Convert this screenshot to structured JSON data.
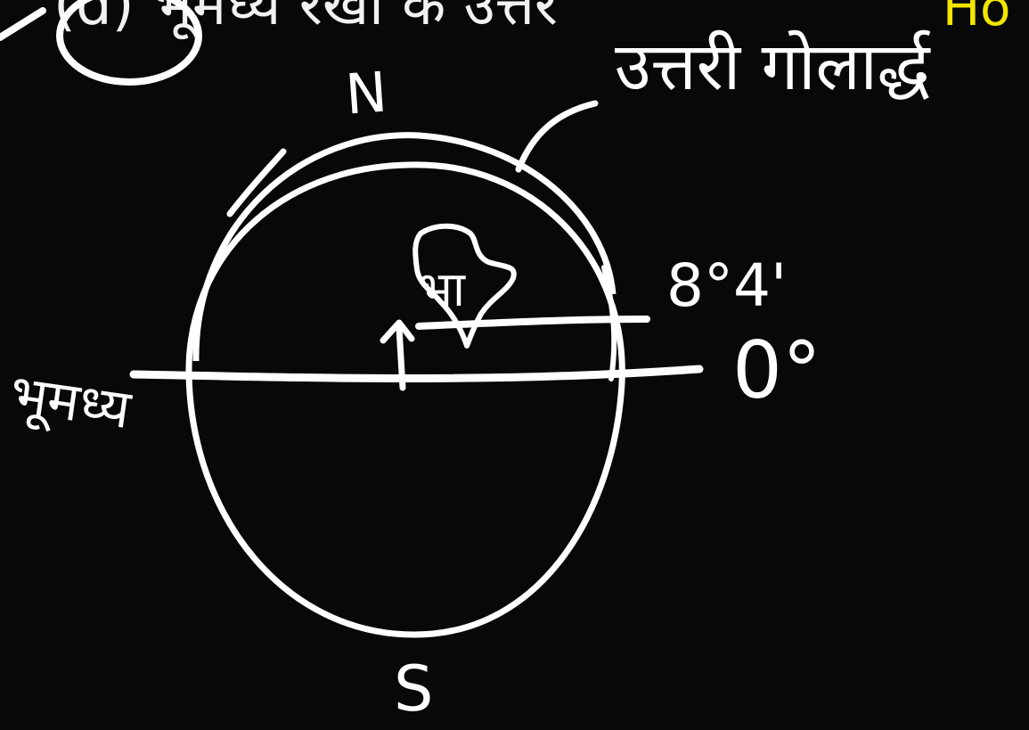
{
  "labels": {
    "north": "N",
    "south": "S",
    "northern_hemisphere": "उत्तरी गोलार्द्ध",
    "equator": "भूमध्य",
    "latitude_india": "8°4'",
    "latitude_equator": "0°",
    "india_mark": "भा",
    "top_left_text": "(d) भूमध्य रेखा के उत्तर",
    "top_right_text": "Ho"
  },
  "colors": {
    "board": "#080808",
    "chalk": "#ffffff",
    "highlight": "#f2e600"
  }
}
